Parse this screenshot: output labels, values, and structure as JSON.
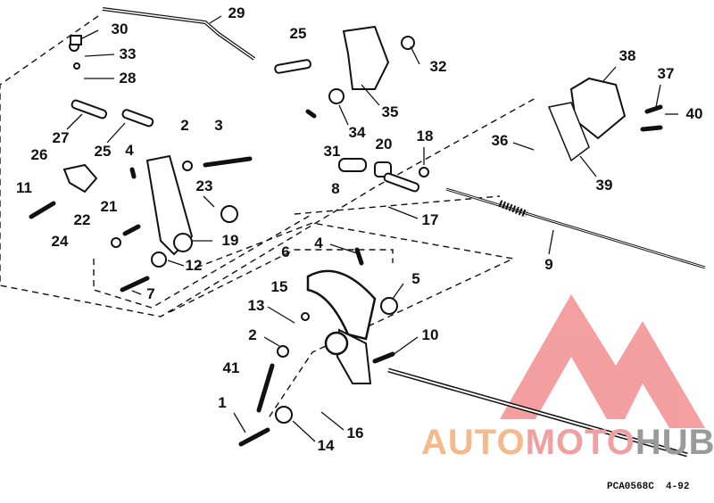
{
  "diagram": {
    "callouts": [
      "29",
      "30",
      "33",
      "28",
      "27",
      "25",
      "26",
      "4",
      "2",
      "3",
      "11",
      "21",
      "22",
      "24",
      "23",
      "19",
      "12",
      "7",
      "25",
      "32",
      "35",
      "34",
      "31",
      "20",
      "18",
      "8",
      "17",
      "38",
      "37",
      "40",
      "36",
      "39",
      "9",
      "4",
      "6",
      "5",
      "15",
      "13",
      "10",
      "2",
      "41",
      "1",
      "14",
      "16"
    ],
    "footer_code": "PCA0568C  4-92",
    "watermark": {
      "part1": "AUTO",
      "part2": "MOTO",
      "part3": "HUB"
    },
    "colors": {
      "line": "#111111",
      "watermark_red": "#f08080",
      "watermark_orange": "#f5b98c",
      "watermark_gray": "#9a9a9a"
    }
  }
}
